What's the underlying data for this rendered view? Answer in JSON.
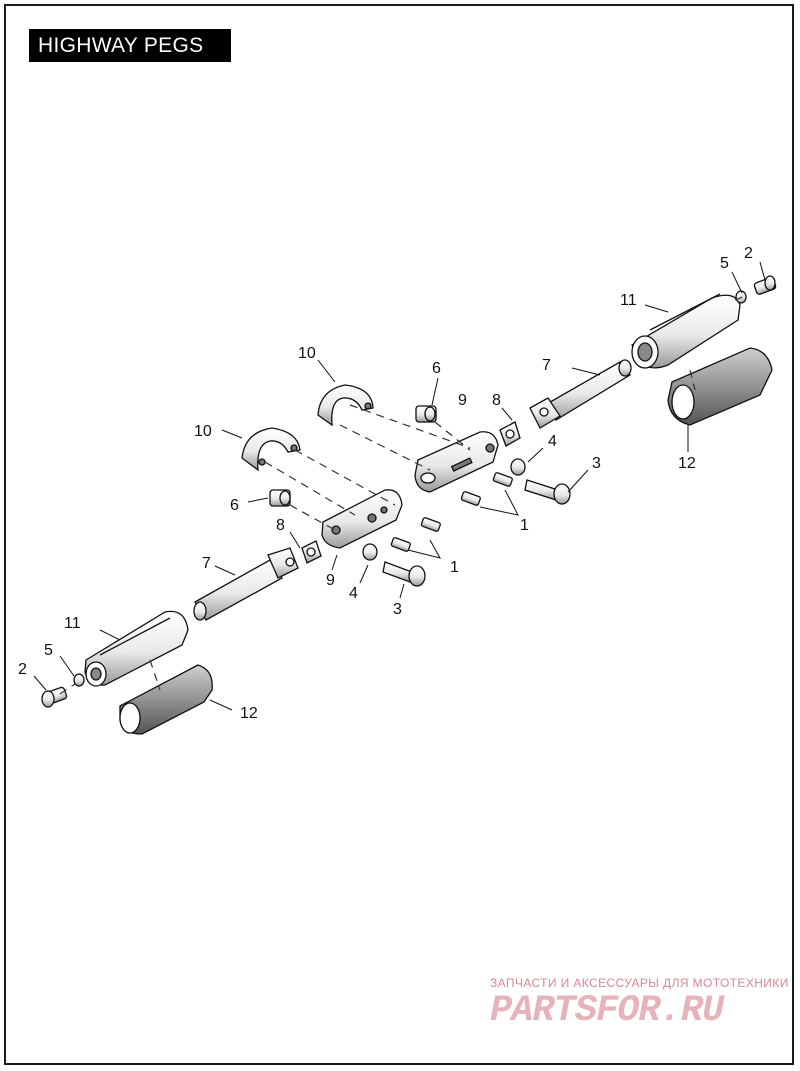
{
  "title": "HIGHWAY PEGS",
  "callouts": [
    "1",
    "1",
    "2",
    "2",
    "3",
    "3",
    "4",
    "4",
    "5",
    "5",
    "6",
    "6",
    "7",
    "7",
    "8",
    "8",
    "9",
    "9",
    "10",
    "10",
    "11",
    "11",
    "12",
    "12"
  ],
  "watermark": {
    "top_text": "ЗАПЧАСТИ И АКСЕССУАРЫ ДЛЯ МОТОТЕХНИКИ",
    "logo_text": "PARTSFOR.RU"
  },
  "colors": {
    "title_bg": "#000000",
    "title_fg": "#ffffff",
    "line": "#111111",
    "watermark": "#e6b3ba"
  }
}
